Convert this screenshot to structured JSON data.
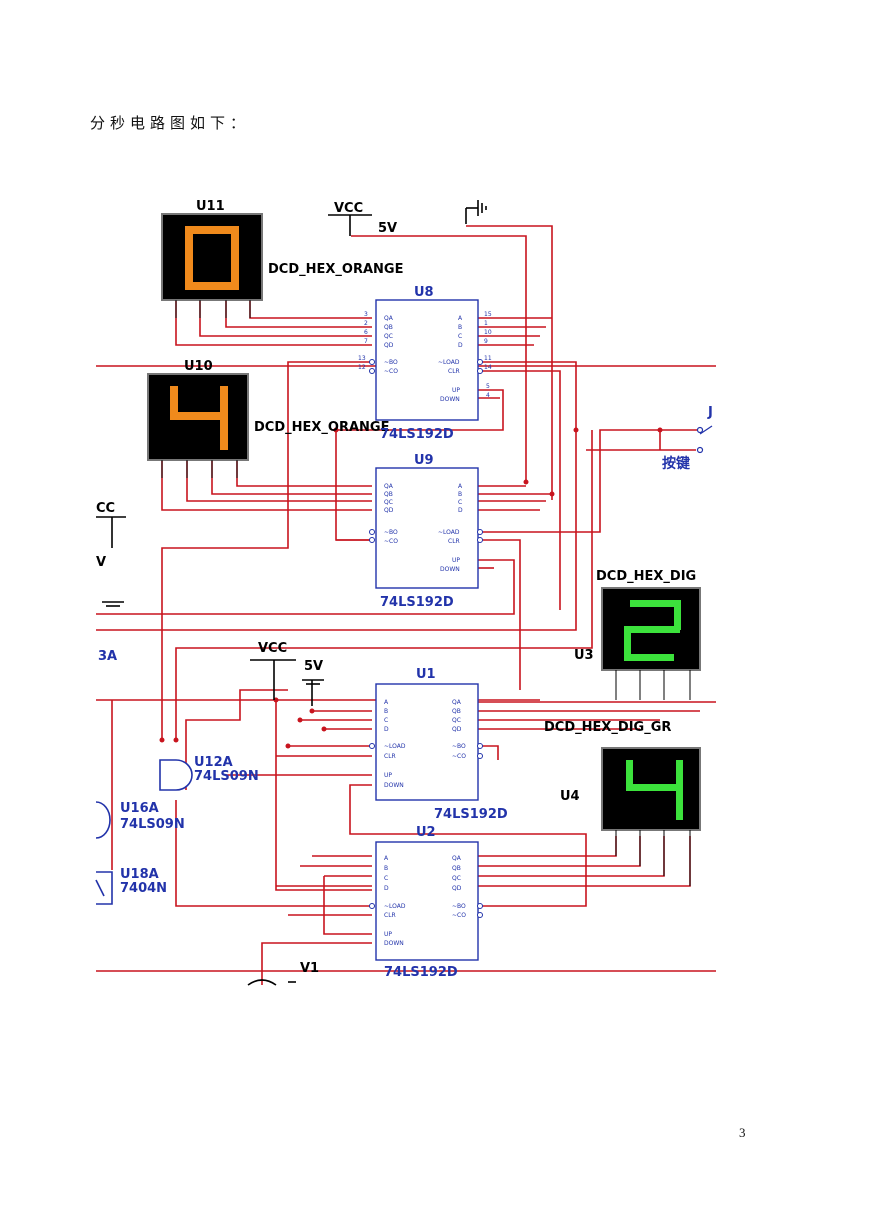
{
  "document": {
    "caption": "分秒电路图如下：",
    "page_number": "3"
  },
  "schematic": {
    "power": {
      "vcc_top": "VCC",
      "volt_top": "5V",
      "vcc_mid": "VCC",
      "volt_mid": "5V",
      "vcc_left": "CC",
      "volt_left": "V",
      "source": "V1"
    },
    "displays": {
      "u11": {
        "ref": "U11",
        "type": "DCD_HEX_ORANGE",
        "digit": "0",
        "color": "#f08a1c"
      },
      "u10": {
        "ref": "U10",
        "type": "DCD_HEX_ORANGE",
        "digit": "4",
        "color": "#f08a1c"
      },
      "u3": {
        "ref": "U3",
        "type": "DCD_HEX_DIG",
        "digit": "2",
        "color": "#3ce23c"
      },
      "u4": {
        "ref": "U4",
        "type": "DCD_HEX_DIG_GR",
        "digit": "4",
        "color": "#3ce23c"
      }
    },
    "chips": {
      "u8": {
        "ref": "U8",
        "part": "74LS192D"
      },
      "u9": {
        "ref": "U9",
        "part": "74LS192D"
      },
      "u1": {
        "ref": "U1",
        "part": "74LS192D"
      },
      "u2": {
        "ref": "U2",
        "part": "74LS192D"
      }
    },
    "gates": {
      "u12a": {
        "ref": "U12A",
        "part": "74LS09N"
      },
      "u16a": {
        "ref": "U16A",
        "part": "74LS09N"
      },
      "u18a": {
        "ref": "U18A",
        "part": "7404N"
      },
      "u13a": {
        "ref": "3A"
      }
    },
    "switch": {
      "ref": "J",
      "label": "按键"
    },
    "pins": {
      "left": [
        "QA",
        "QB",
        "QC",
        "QD",
        "~BO",
        "~CO"
      ],
      "right": [
        "A",
        "B",
        "C",
        "D",
        "~LOAD",
        "CLR",
        "UP",
        "DOWN"
      ],
      "left_nums": [
        "3",
        "2",
        "6",
        "7",
        "13",
        "12"
      ],
      "right_nums": [
        "15",
        "1",
        "10",
        "9",
        "11",
        "14",
        "5",
        "4"
      ]
    }
  }
}
